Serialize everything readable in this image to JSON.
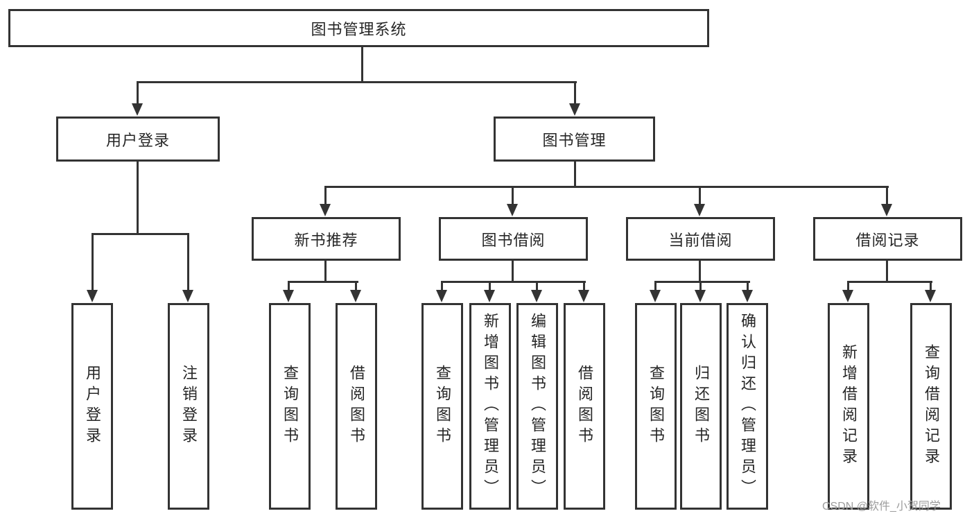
{
  "title": "图书管理系统",
  "watermark": "CSDN @软件_小贺同学",
  "level2": {
    "user_login": "用户登录",
    "book_mgmt": "图书管理"
  },
  "level3": {
    "new_books": "新书推荐",
    "book_borrow": "图书借阅",
    "current_borrow": "当前借阅",
    "borrow_records": "借阅记录"
  },
  "level4": {
    "user_login_children": [
      "用户登录",
      "注销登录"
    ],
    "new_books_children": [
      "查询图书",
      "借阅图书"
    ],
    "book_borrow_children": [
      "查询图书",
      "新增图书（管理员）",
      "编辑图书（管理员）",
      "借阅图书"
    ],
    "current_borrow_children": [
      "查询图书",
      "归还图书",
      "确认归还（管理员）"
    ],
    "borrow_records_children": [
      "新增借阅记录",
      "查询借阅记录"
    ]
  },
  "colors": {
    "line": "#333333",
    "text": "#262626",
    "watermark": "#9c9c9c"
  }
}
